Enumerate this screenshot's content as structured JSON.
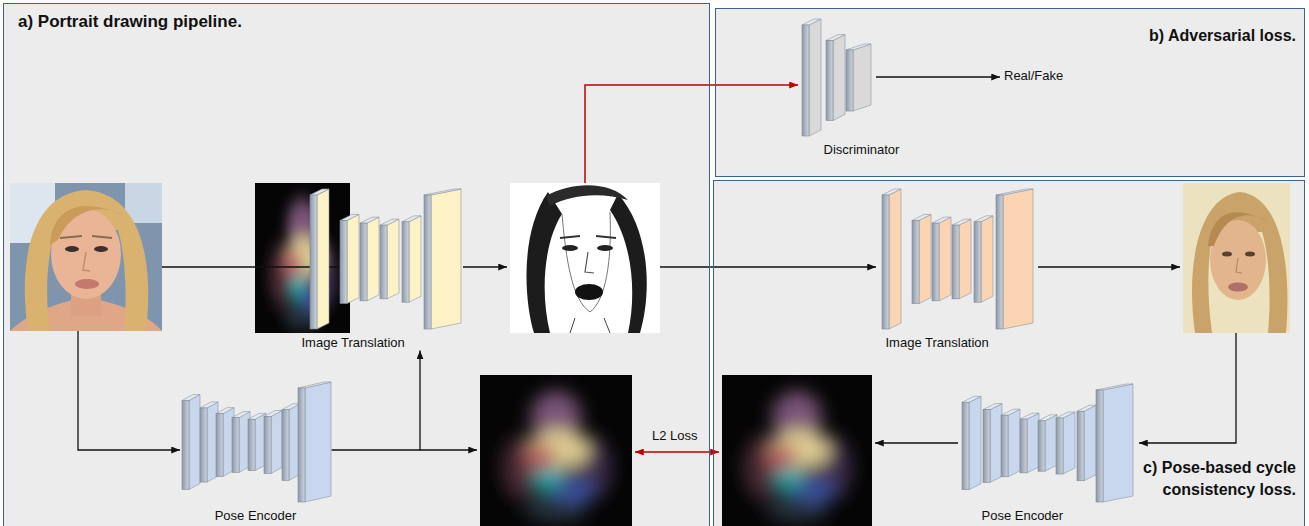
{
  "diagram": {
    "nodes": [
      {
        "text": [
          "a) Portrait drawing pipeline."
        ]
      },
      {
        "text": [
          "b) Adversarial loss."
        ]
      },
      {
        "text": [
          "c) Pose-based cycle consistency loss."
        ]
      },
      {
        "text": [
          "Image Translation"
        ],
        "in": 0
      },
      {
        "text": [
          "Pose Encoder"
        ],
        "in": 0
      },
      {
        "text": [
          "Discriminator"
        ],
        "in": 1
      },
      {
        "text": [
          "Image Translation"
        ],
        "in": 2
      },
      {
        "text": [
          "Pose Encoder"
        ],
        "in": 2
      }
    ],
    "edges": [
      {
        "from": 4,
        "to": 3,
        "arrow": "to"
      }
    ],
    "labels": [
      "Real/Fake",
      "L2 Loss"
    ]
  }
}
